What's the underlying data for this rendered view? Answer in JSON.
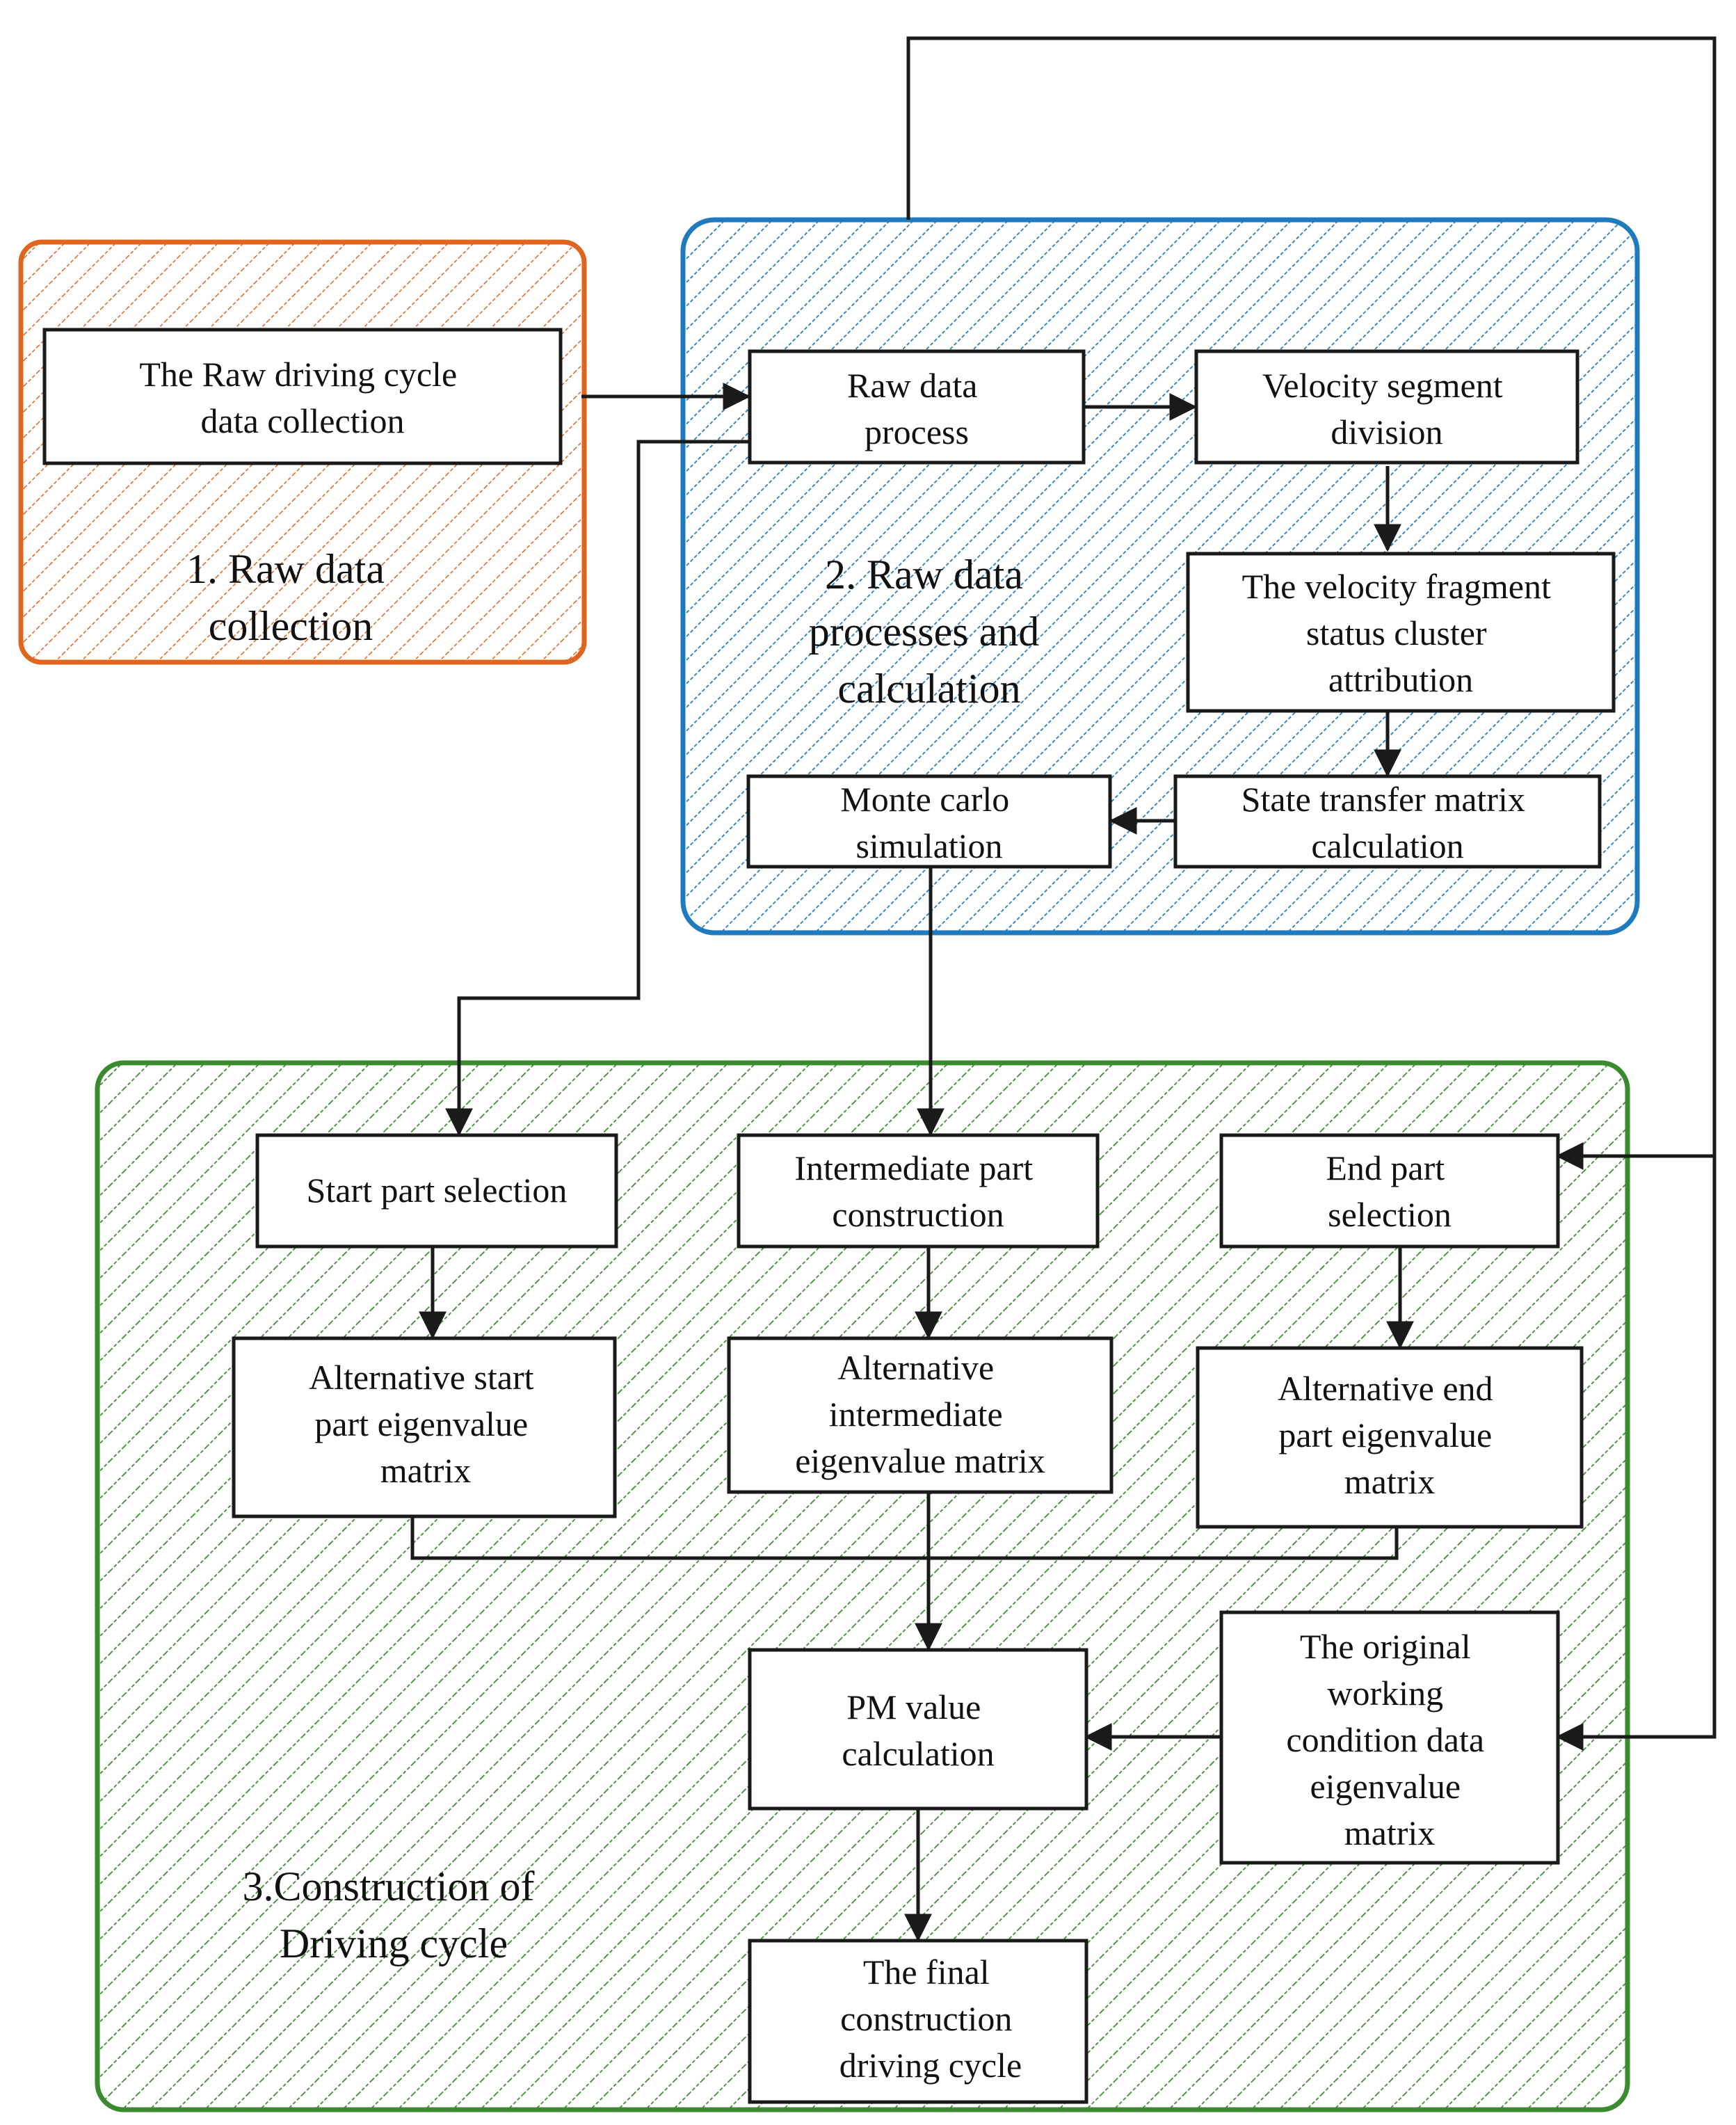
{
  "colors": {
    "group1": "#E0651E",
    "group2": "#1F7BBF",
    "group3": "#3A8A2E",
    "line": "#1a1a1a",
    "box_fill": "#ffffff"
  },
  "groups": {
    "raw_collection": {
      "label_lines": [
        "1. Raw data",
        "collection"
      ]
    },
    "processing": {
      "label_lines": [
        "2. Raw data",
        "processes and",
        "calculation"
      ]
    },
    "construction": {
      "label_lines": [
        "3.Construction of",
        "Driving cycle"
      ]
    }
  },
  "boxes": {
    "raw_driving_cycle": {
      "lines": [
        "The Raw driving cycle",
        "data collection"
      ]
    },
    "raw_data_process": {
      "lines": [
        "Raw data",
        "process"
      ]
    },
    "velocity_segment": {
      "lines": [
        "Velocity segment",
        "division"
      ]
    },
    "velocity_fragment": {
      "lines": [
        "The velocity fragment",
        "status cluster",
        "attribution"
      ]
    },
    "state_transfer": {
      "lines": [
        "State transfer matrix",
        "calculation"
      ]
    },
    "monte_carlo": {
      "lines": [
        "Monte carlo",
        "simulation"
      ]
    },
    "start_part": {
      "lines": [
        "Start part selection"
      ]
    },
    "intermediate_part": {
      "lines": [
        "Intermediate part",
        "construction"
      ]
    },
    "end_part": {
      "lines": [
        "End part",
        "selection"
      ]
    },
    "alt_start": {
      "lines": [
        "Alternative start",
        "part eigenvalue",
        "matrix"
      ]
    },
    "alt_intermediate": {
      "lines": [
        "Alternative",
        "intermediate",
        "eigenvalue matrix"
      ]
    },
    "alt_end": {
      "lines": [
        "Alternative end",
        "part eigenvalue",
        "matrix"
      ]
    },
    "pm_value": {
      "lines": [
        "PM value",
        "calculation"
      ]
    },
    "original_working": {
      "lines": [
        "The original",
        "working",
        "condition data",
        "eigenvalue",
        "matrix"
      ]
    },
    "final_cycle": {
      "lines": [
        "The final",
        "construction",
        "driving cycle"
      ]
    }
  }
}
